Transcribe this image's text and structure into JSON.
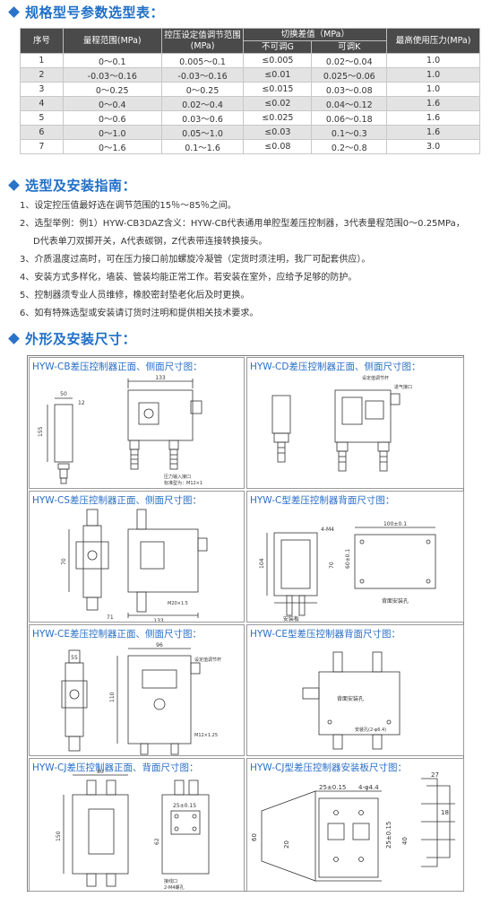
{
  "sections": {
    "spec_title": "规格型号参数选型表：",
    "guide_title": "选型及安装指南：",
    "drawings_title": "外形及安装尺寸："
  },
  "spec_table": {
    "headers": {
      "no": "序号",
      "range": "量程范围(MPa)",
      "setting": "控压设定值调节范围(MPa)",
      "diff": "切换差值（MPa）",
      "fixed": "不可调G",
      "adjustable": "可调K",
      "max_pressure": "最高使用压力(MPa)"
    },
    "rows": [
      [
        "1",
        "0～0.1",
        "0.005～0.1",
        "≤0.005",
        "0.02～0.04",
        "1.0"
      ],
      [
        "2",
        "-0.03～0.16",
        "-0.03～0.16",
        "≤0.01",
        "0.025～0.06",
        "1.0"
      ],
      [
        "3",
        "0～0.25",
        "0～0.25",
        "≤0.015",
        "0.03～0.08",
        "1.0"
      ],
      [
        "4",
        "0～0.4",
        "0.02～0.4",
        "≤0.02",
        "0.04～0.12",
        "1.6"
      ],
      [
        "5",
        "0～0.6",
        "0.03～0.6",
        "≤0.025",
        "0.06～0.18",
        "1.6"
      ],
      [
        "6",
        "0～1.0",
        "0.05～1.0",
        "≤0.03",
        "0.1～0.3",
        "1.6"
      ],
      [
        "7",
        "0～1.6",
        "0.1～1.6",
        "≤0.08",
        "0.2～0.8",
        "3.0"
      ]
    ]
  },
  "guide": [
    "1、设定控压值最好选在调节范围的15％～85％之间。",
    "2、选型举例：例1）HYW-CB3DAZ含义：HYW-CB代表通用单腔型差压控制器，3代表量程范围0～0.25MPa，",
    "D代表单刀双掷开关，A代表碳钢，Z代表带连接转换接头。",
    "3、介质温度过高时，可在压力接口前加螺旋冷凝管（定货时须注明，我厂可配套供应）。",
    "4、安装方式多样化，墙装、管装均能正常工作。若安装在室外，应给予足够的防护。",
    "5、控制器须专业人员维修，橡胶密封垫老化后及时更换。",
    "6、如有特殊选型或安装请订货时注明和提供相关技术要求。"
  ],
  "panels": [
    {
      "title": "HYW-CB差压控制器正面、侧面尺寸图：",
      "labels": [
        "133",
        "50",
        "12",
        "155",
        "压力输入接口",
        "标准型为：M12×1"
      ]
    },
    {
      "title": "HYW-CD差压控制器正面、侧面尺寸图：",
      "labels": [
        "设定值调节杆",
        "进气接口"
      ]
    },
    {
      "title": "HYW-CS差压控制器正面、侧面尺寸图：",
      "labels": [
        "71",
        "133",
        "70",
        "M20×1.5"
      ]
    },
    {
      "title": "HYW-C型差压控制器背面尺寸图：",
      "labels": [
        "4-M4",
        "100±0.1",
        "104",
        "70",
        "60±0.1",
        "背面安装孔",
        "安装板"
      ]
    },
    {
      "title": "HYW-CE差压控制器正面、侧面尺寸图：",
      "labels": [
        "55",
        "96",
        "110",
        "M12×1.25",
        "设定值调节杆"
      ]
    },
    {
      "title": "HYW-CE型差压控制器背面尺寸图：",
      "labels": [
        "背面安装孔",
        "安装孔(2-φ6.4)"
      ]
    },
    {
      "title": "HYW-CJ差压控制器正面、背面尺寸图：",
      "labels": [
        "80",
        "150",
        "62",
        "25±0.15",
        "接线口",
        "2-M4螺孔"
      ]
    },
    {
      "title": "HYW-CJ型差压控制器安装板尺寸图：",
      "labels": [
        "27",
        "25±0.15",
        "4-φ4.4",
        "25±0.15",
        "40",
        "60",
        "20",
        "18"
      ]
    }
  ]
}
